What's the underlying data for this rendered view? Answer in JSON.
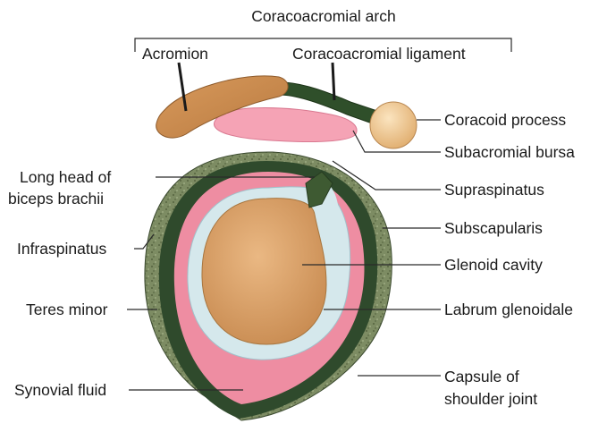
{
  "diagram": {
    "arch_title": "Coracoacromial arch",
    "labels": {
      "acromion": "Acromion",
      "coracoacromial_ligament": "Coracoacromial ligament",
      "coracoid_process": "Coracoid process",
      "subacromial_bursa": "Subacromial bursa",
      "long_head_biceps_line1": "Long head of",
      "long_head_biceps_line2": "biceps brachii",
      "supraspinatus": "Supraspinatus",
      "subscapularis": "Subscapularis",
      "infraspinatus": "Infraspinatus",
      "glenoid_cavity": "Glenoid cavity",
      "teres_minor": "Teres minor",
      "labrum_glenoidale": "Labrum glenoidale",
      "synovial_fluid": "Synovial fluid",
      "capsule_line1": "Capsule of",
      "capsule_line2": "shoulder joint"
    },
    "colors": {
      "acromion": "#c98a4e",
      "ligament": "#2f4f2a",
      "coracoid": "#f2cc95",
      "bursa": "#f5a3b5",
      "muscle": "#7c8a62",
      "capsule": "#2f4a2c",
      "synovial": "#ee8da2",
      "labrum": "#d5e8ec",
      "glenoid": "#d8a26a"
    }
  }
}
